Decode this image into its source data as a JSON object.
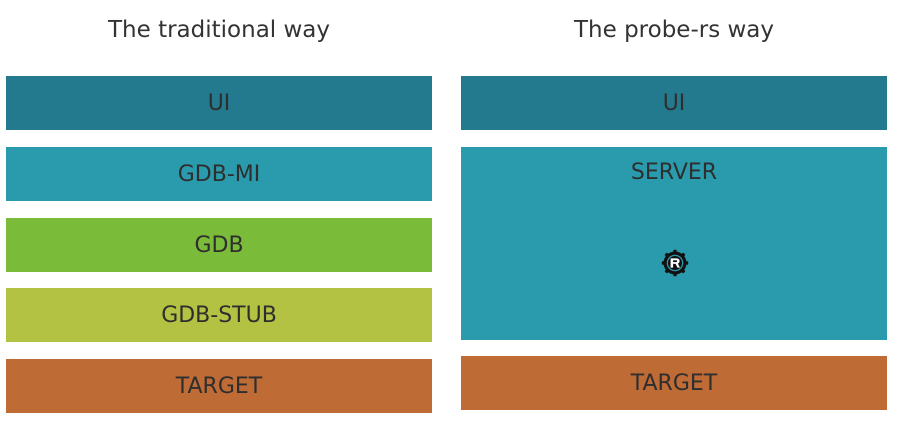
{
  "left_column": {
    "title": "The traditional way",
    "layers": [
      {
        "label": "UI",
        "color": "#237a8e"
      },
      {
        "label": "GDB-MI",
        "color": "#2a9aad"
      },
      {
        "label": "GDB",
        "color": "#7bbb3a"
      },
      {
        "label": "GDB-STUB",
        "color": "#b3c243"
      },
      {
        "label": "TARGET",
        "color": "#bf6b36"
      }
    ]
  },
  "right_column": {
    "title": "The probe-rs way",
    "layers": [
      {
        "label": "UI",
        "color": "#237a8e"
      },
      {
        "label": "SERVER",
        "color": "#2a9aad"
      },
      {
        "label": "TARGET",
        "color": "#bf6b36"
      }
    ],
    "server_icon": "rust-logo-icon"
  }
}
